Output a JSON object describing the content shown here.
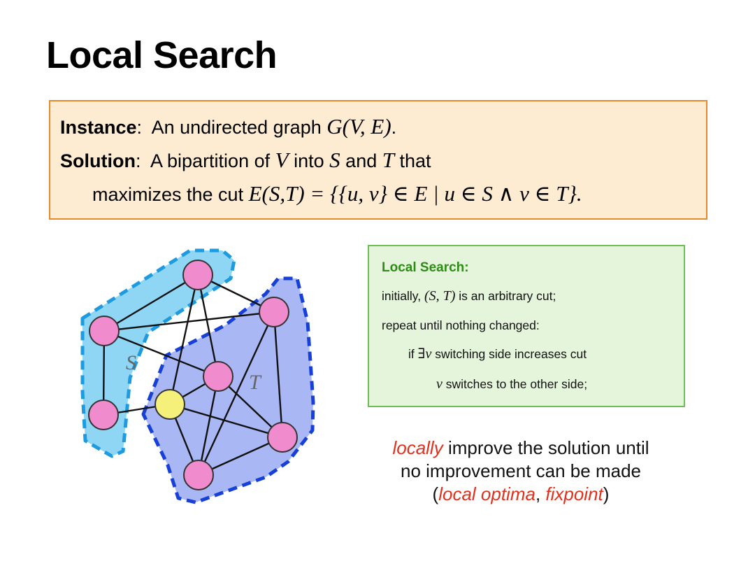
{
  "slide": {
    "title": "Local Search"
  },
  "problem": {
    "instance_label": "Instance",
    "instance_text": "An undirected graph",
    "instance_math": "G(V, E)",
    "solution_label": "Solution",
    "solution_text_1": "A bipartition of",
    "solution_math_v": "V",
    "solution_text_2": "into",
    "solution_math_s": "S",
    "solution_text_3": "and",
    "solution_math_t": "T",
    "solution_text_4": "that",
    "line3_text": "maximizes the cut",
    "line3_math": "E(S,T) = {{u, v} ∈ E | u ∈ S ∧ v ∈ T}."
  },
  "algorithm": {
    "title": "Local Search:",
    "line1_prefix": "initially,",
    "line1_math": "(S, T)",
    "line1_suffix": "is an arbitrary cut;",
    "line2": "repeat until nothing changed:",
    "line3_prefix": "if",
    "line3_math": "∃v",
    "line3_suffix": "switching side increases cut",
    "line4_math": "v",
    "line4_suffix": "switches to the other side;"
  },
  "remark": {
    "word_locally": "locally",
    "text_1": "improve the solution until",
    "text_2": "no improvement can be made",
    "open_paren": "(",
    "term_local_optima": "local optima",
    "comma": ", ",
    "term_fixpoint": "fixpoint",
    "close_paren": ")"
  },
  "graph": {
    "region_s_label": "S",
    "region_t_label": "T",
    "colors": {
      "region_s_fill": "#8fd6f5",
      "region_s_border": "#1e9be0",
      "region_t_fill": "#a9b8f5",
      "region_t_border": "#1740d8",
      "vertex_default": "#f08ccd",
      "vertex_highlight": "#f5f079"
    },
    "vertices": [
      {
        "id": "v1",
        "set": "S",
        "highlight": false
      },
      {
        "id": "v2",
        "set": "S",
        "highlight": false
      },
      {
        "id": "v3",
        "set": "S",
        "highlight": false
      },
      {
        "id": "v4",
        "set": "T",
        "highlight": false
      },
      {
        "id": "v5",
        "set": "T",
        "highlight": false
      },
      {
        "id": "v6",
        "set": "T",
        "highlight": true
      },
      {
        "id": "v7",
        "set": "T",
        "highlight": false
      },
      {
        "id": "v8",
        "set": "T",
        "highlight": false
      }
    ],
    "edges": [
      [
        "v1",
        "v2"
      ],
      [
        "v1",
        "v4"
      ],
      [
        "v1",
        "v5"
      ],
      [
        "v1",
        "v6"
      ],
      [
        "v2",
        "v3"
      ],
      [
        "v2",
        "v5"
      ],
      [
        "v4",
        "v2"
      ],
      [
        "v3",
        "v6"
      ],
      [
        "v4",
        "v8"
      ],
      [
        "v4",
        "v7"
      ],
      [
        "v5",
        "v6"
      ],
      [
        "v5",
        "v7"
      ],
      [
        "v5",
        "v8"
      ],
      [
        "v6",
        "v8"
      ],
      [
        "v6",
        "v7"
      ],
      [
        "v7",
        "v8"
      ]
    ]
  }
}
